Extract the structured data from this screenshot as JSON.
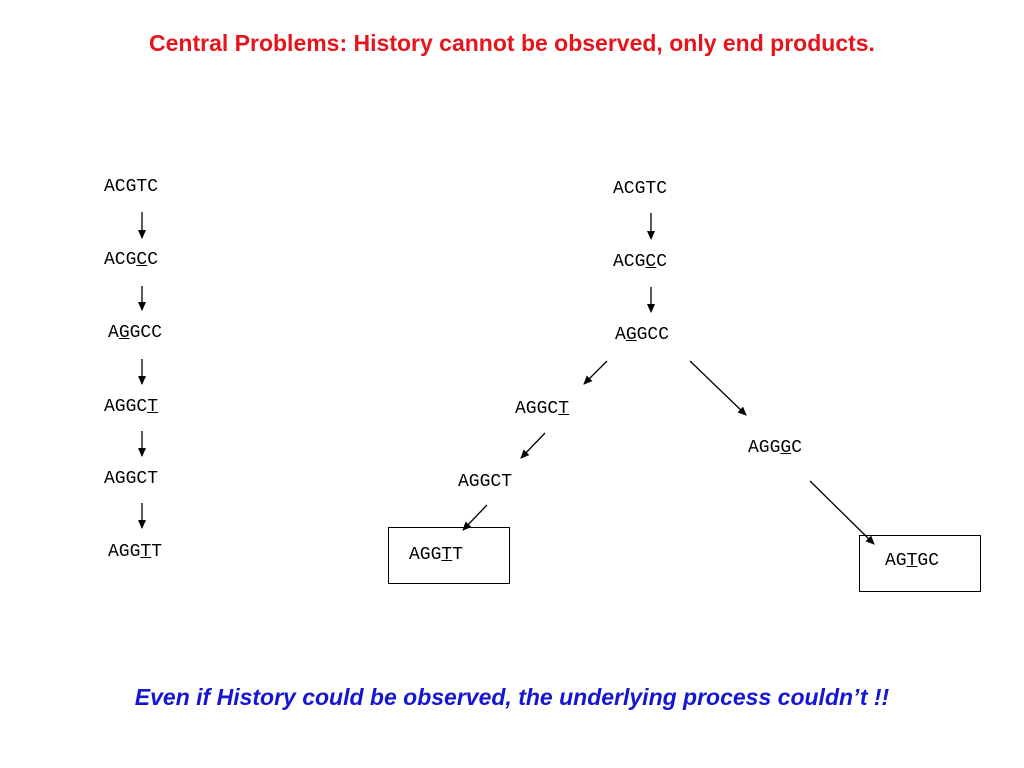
{
  "title": "Central Problems: History cannot be observed, only end products.",
  "footer": "Even if History could be observed, the underlying process couldn’t !!",
  "colors": {
    "title": "#e8141b",
    "footer": "#1515d4",
    "line": "#000000"
  },
  "left_chain": [
    {
      "pre": "ACGTC",
      "mid": "",
      "post": ""
    },
    {
      "pre": "ACG",
      "mid": "C",
      "post": "C"
    },
    {
      "pre": "A",
      "mid": "G",
      "post": "GCC"
    },
    {
      "pre": "AGGC",
      "mid": "T",
      "post": ""
    },
    {
      "pre": "AGGCT",
      "mid": "",
      "post": ""
    },
    {
      "pre": "AGG",
      "mid": "T",
      "post": "T"
    }
  ],
  "tree": {
    "n0": {
      "pre": "ACGTC",
      "mid": "",
      "post": ""
    },
    "n1": {
      "pre": "ACG",
      "mid": "C",
      "post": "C"
    },
    "n2": {
      "pre": "A",
      "mid": "G",
      "post": "GCC"
    },
    "n3": {
      "pre": "AGGC",
      "mid": "T",
      "post": ""
    },
    "n4": {
      "pre": "AGGCT",
      "mid": "",
      "post": ""
    },
    "n5": {
      "pre": "AGG",
      "mid": "T",
      "post": "T"
    },
    "n6": {
      "pre": "AGG",
      "mid": "G",
      "post": "C"
    },
    "n7": {
      "pre": "AG",
      "mid": "T",
      "post": "GC"
    }
  }
}
